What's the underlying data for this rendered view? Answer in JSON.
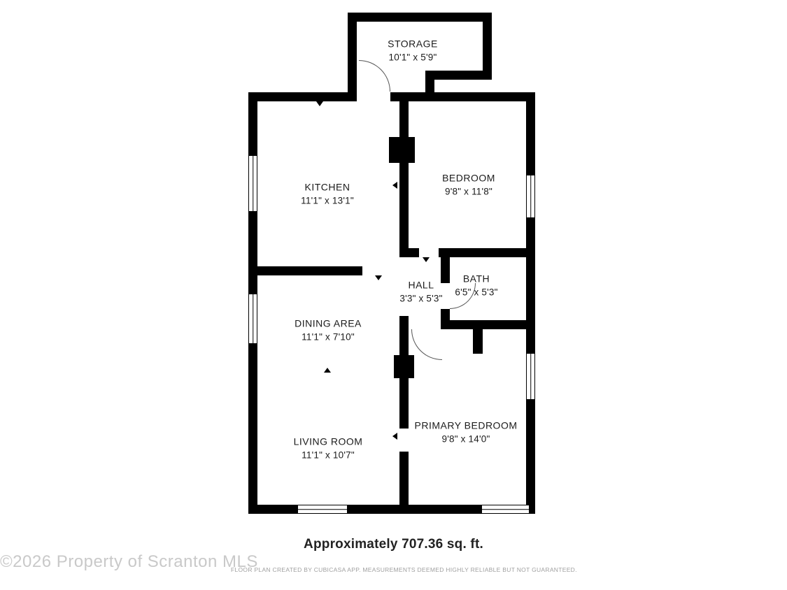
{
  "plan": {
    "rooms": [
      {
        "name": "STORAGE",
        "dims": "10'1\" x 5'9\""
      },
      {
        "name": "KITCHEN",
        "dims": "11'1\" x 13'1\""
      },
      {
        "name": "BEDROOM",
        "dims": "9'8\" x 11'8\""
      },
      {
        "name": "HALL",
        "dims": "3'3\" x 5'3\""
      },
      {
        "name": "BATH",
        "dims": "6'5\" x 5'3\""
      },
      {
        "name": "DINING AREA",
        "dims": "11'1\" x 7'10\""
      },
      {
        "name": "LIVING ROOM",
        "dims": "11'1\" x 10'7\""
      },
      {
        "name": "PRIMARY BEDROOM",
        "dims": "9'8\" x 14'0\""
      }
    ],
    "total_area": "Approximately 707.36 sq. ft.",
    "watermark": "©2026 Property of Scranton MLS",
    "disclaimer": "FLOOR PLAN CREATED BY CUBICASA APP. MEASUREMENTS DEEMED HIGHLY RELIABLE BUT NOT GUARANTEED.",
    "colors": {
      "wall": "#000000",
      "floor": "#ffffff",
      "watermark": "#c9c9c9",
      "disclaimer": "#a0a0a0"
    }
  }
}
